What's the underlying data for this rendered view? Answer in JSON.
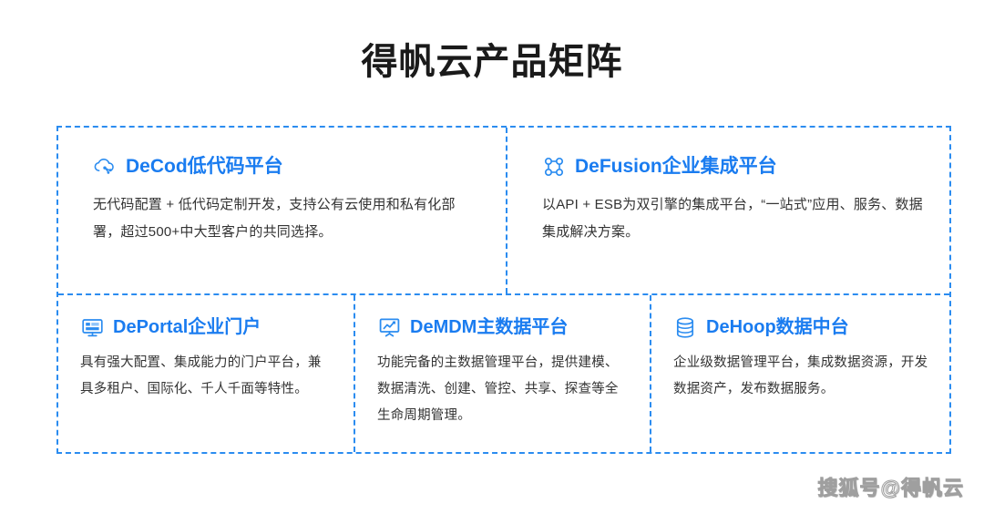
{
  "page": {
    "title": "得帆云产品矩阵",
    "accent_color": "#1a7cf0",
    "border_color": "#2b8cf0",
    "background": "#ffffff"
  },
  "matrix": {
    "rows": [
      {
        "cells": [
          {
            "icon": "cloud-share-icon",
            "title": "DeCod低代码平台",
            "desc": "无代码配置 + 低代码定制开发，支持公有云使用和私有化部署，超过500+中大型客户的共同选择。"
          },
          {
            "icon": "network-nodes-icon",
            "title": "DeFusion企业集成平台",
            "desc": "以API + ESB为双引擎的集成平台，“一站式”应用、服务、数据集成解决方案。"
          }
        ]
      },
      {
        "cells": [
          {
            "icon": "monitor-portal-icon",
            "title": "DePortal企业门户",
            "desc": "具有强大配置、集成能力的门户平台，兼具多租户、国际化、千人千面等特性。"
          },
          {
            "icon": "presentation-chart-icon",
            "title": "DeMDM主数据平台",
            "desc": "功能完备的主数据管理平台，提供建模、数据清洗、创建、管控、共享、探查等全生命周期管理。"
          },
          {
            "icon": "database-icon",
            "title": "DeHoop数据中台",
            "desc": "企业级数据管理平台，集成数据资源，开发数据资产，发布数据服务。"
          }
        ]
      }
    ]
  },
  "watermark": {
    "text": "搜狐号@得帆云"
  }
}
